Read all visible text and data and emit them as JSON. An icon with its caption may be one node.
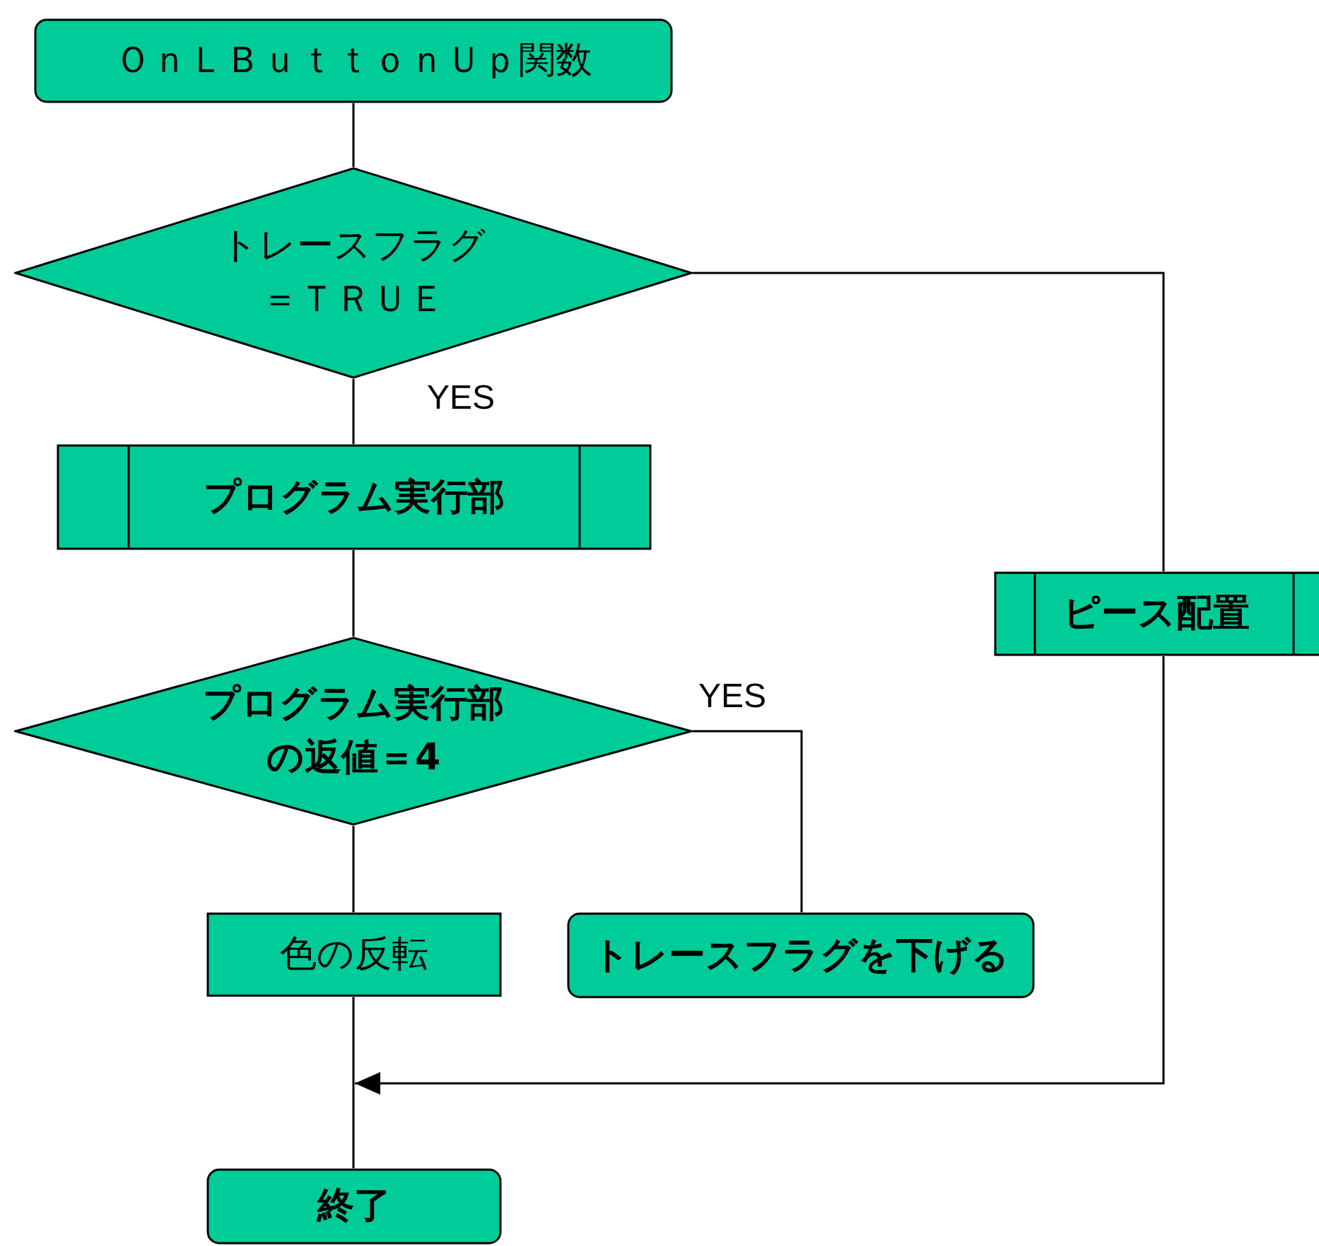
{
  "diagram": {
    "nodes": [
      {
        "text": [
          "ＯｎＬＢｕｔｔｏｎＵｐ関数"
        ]
      },
      {
        "text": [
          "トレースフラグ＝ＴＲＵＥ"
        ]
      },
      {
        "text": [
          "プログラム実行部"
        ]
      },
      {
        "text": [
          "ピース配置"
        ]
      },
      {
        "text": [
          "プログラム実行部の返値＝4"
        ]
      },
      {
        "text": [
          "色の反転"
        ]
      },
      {
        "text": [
          "トレースフラグを下げる"
        ]
      },
      {
        "text": [
          "終了"
        ]
      }
    ],
    "edges": [
      {
        "from": 0,
        "to": 1,
        "arrow": "none"
      },
      {
        "from": 1,
        "to": 2,
        "arrow": "none",
        "label": "YES"
      },
      {
        "from": 1,
        "to": 3,
        "arrow": "none"
      },
      {
        "from": 2,
        "to": 4,
        "arrow": "none"
      },
      {
        "from": 4,
        "to": 5,
        "arrow": "none"
      },
      {
        "from": 4,
        "to": 6,
        "arrow": "none",
        "label": "YES"
      },
      {
        "from": 5,
        "to": 7,
        "arrow": "none"
      },
      {
        "from": 3,
        "to": 7,
        "arrow": "to"
      }
    ]
  }
}
